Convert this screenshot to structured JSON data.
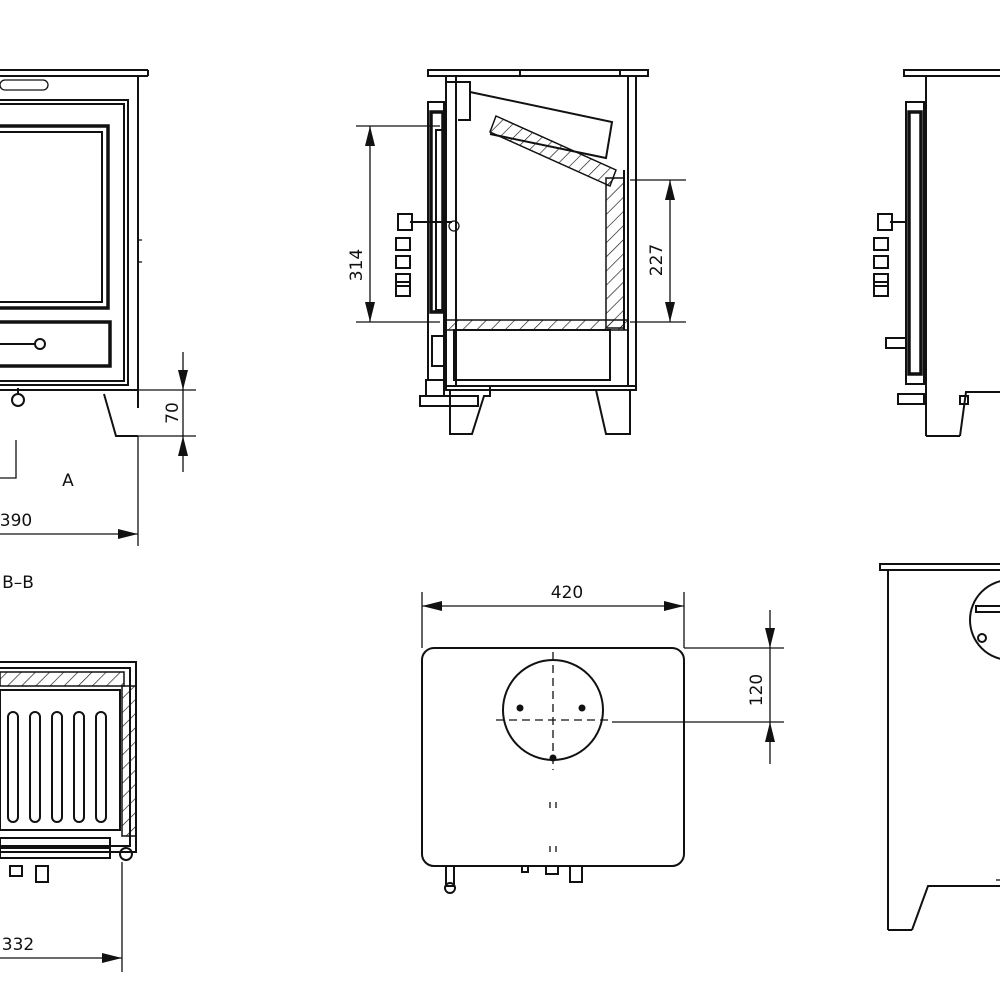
{
  "dimensions": {
    "front_depth_70": "70",
    "front_width_390": "390",
    "section_height_314": "314",
    "section_height_227": "227",
    "top_width_420": "420",
    "top_offset_120": "120",
    "section_width_332": "332"
  },
  "labels": {
    "view_a": "A",
    "section_bb": "B–B"
  }
}
